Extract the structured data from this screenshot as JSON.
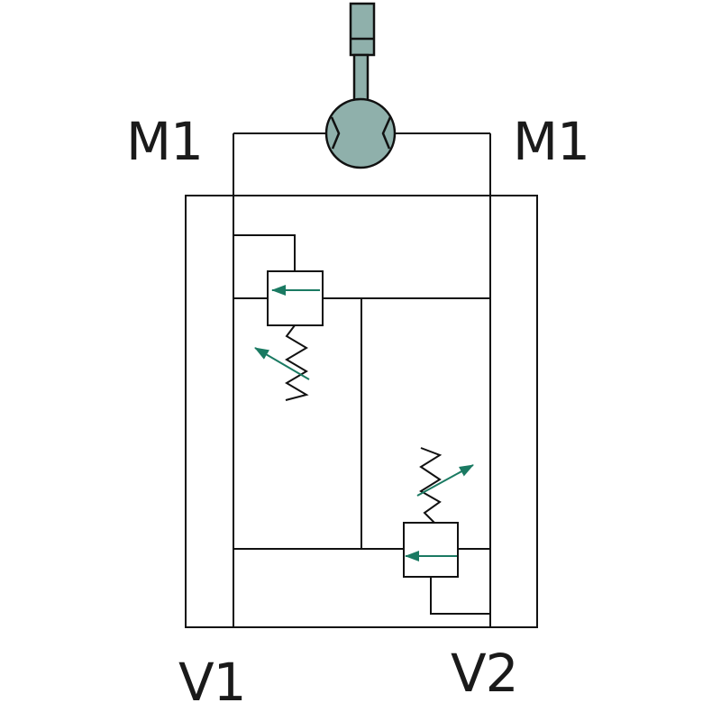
{
  "labels": {
    "m1_left": "M1",
    "m1_right": "M1",
    "v1": "V1",
    "v2": "V2"
  },
  "colors": {
    "motor_fill": "#8fb0ab",
    "arrow": "#1a7a62",
    "line": "#111111"
  }
}
